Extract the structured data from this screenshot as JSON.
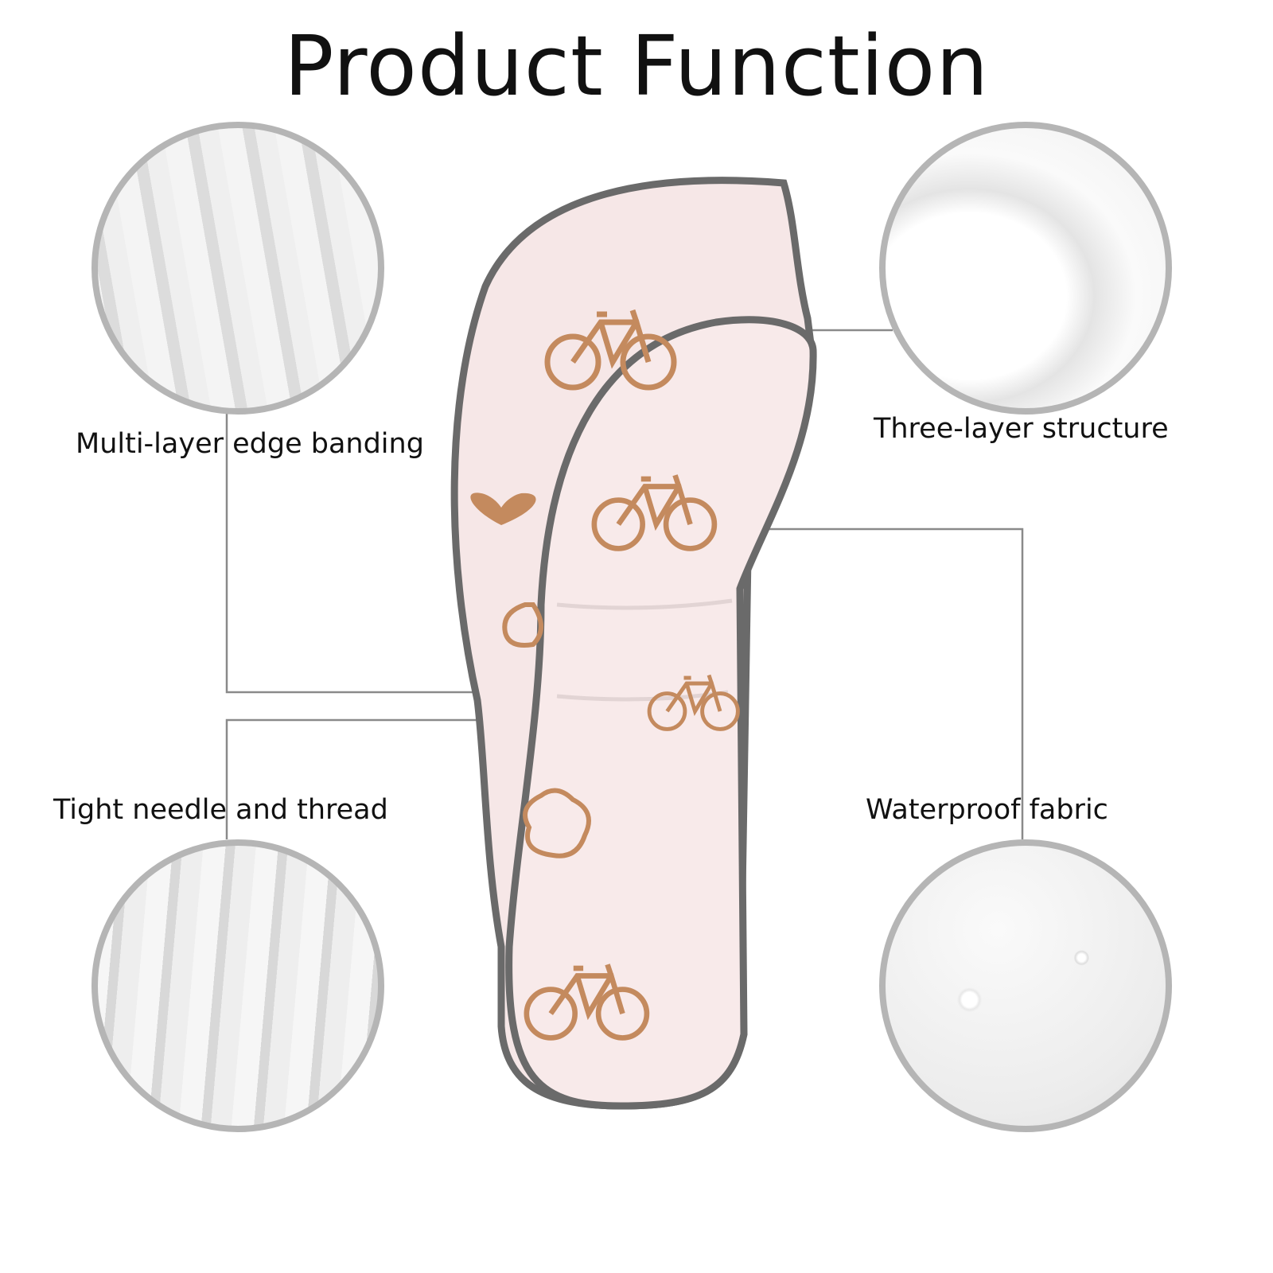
{
  "title": "Product Function",
  "features": [
    {
      "label": "Multi-layer edge banding"
    },
    {
      "label": "Three-layer structure"
    },
    {
      "label": "Tight needle and thread"
    },
    {
      "label": "Waterproof fabric"
    }
  ],
  "colors": {
    "cover": "#f6e7e7",
    "trim": "#6a6a6a",
    "print": "#c48a5e",
    "circle_border": "#b5b5b5"
  }
}
